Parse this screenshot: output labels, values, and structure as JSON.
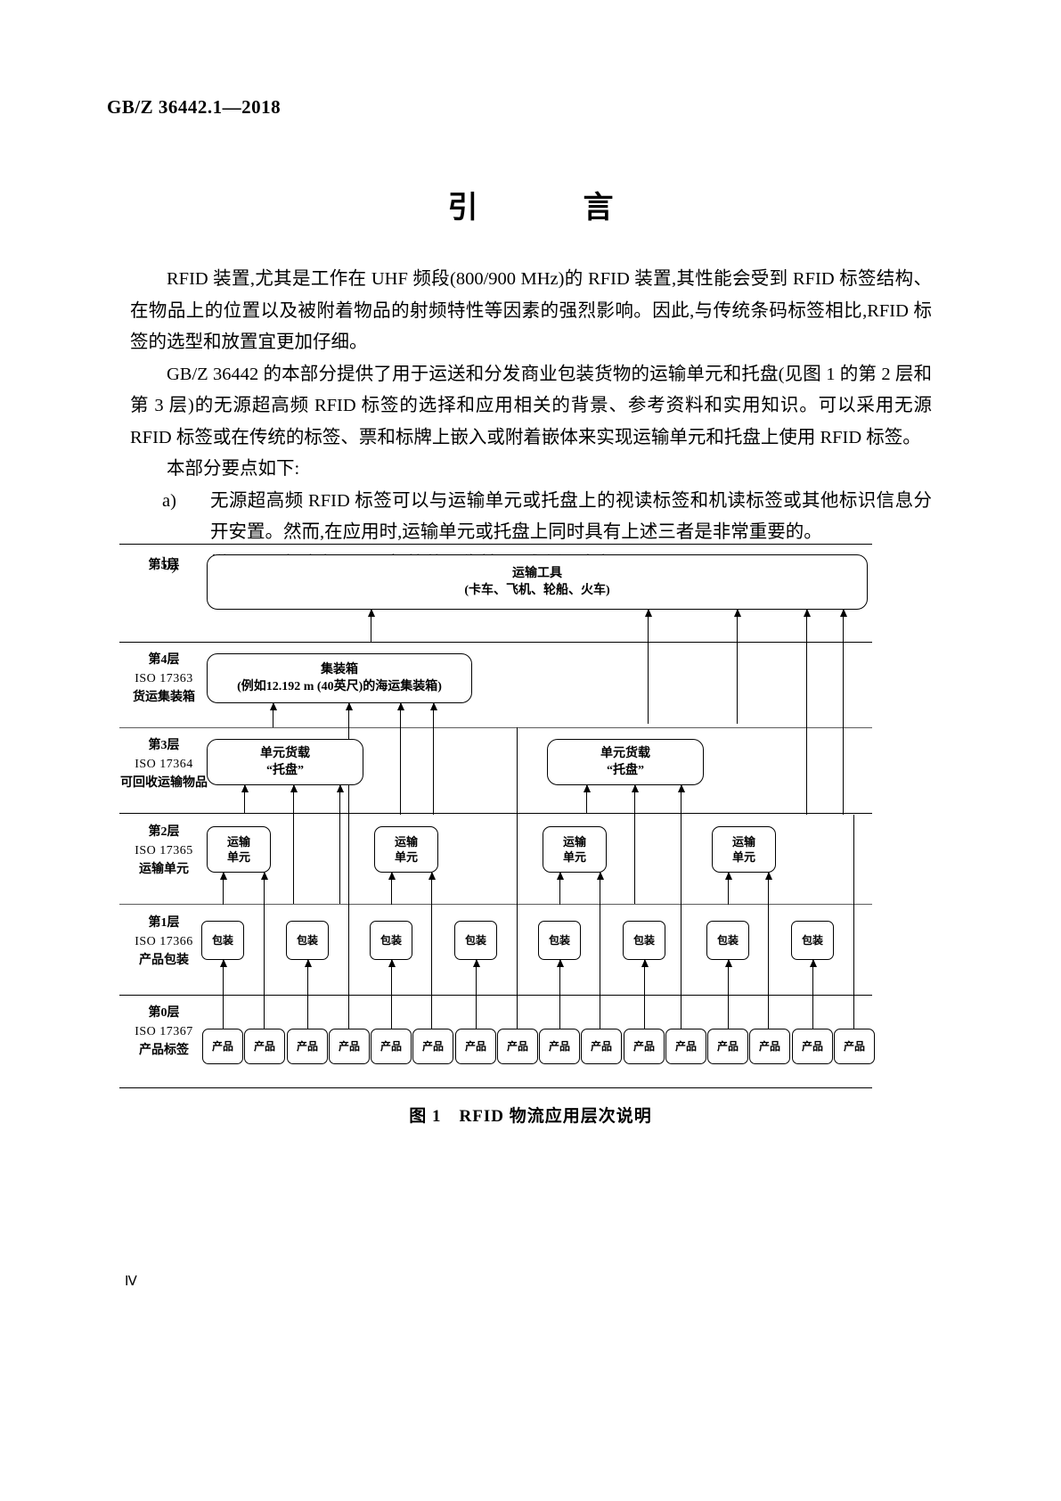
{
  "header": {
    "standard_number": "GB/Z 36442.1—2018"
  },
  "title": "引　言",
  "paragraphs": [
    "RFID 装置,尤其是工作在 UHF 频段(800/900 MHz)的 RFID 装置,其性能会受到 RFID 标签结构、在物品上的位置以及被附着物品的射频特性等因素的强烈影响。因此,与传统条码标签相比,RFID 标签的选型和放置宜更加仔细。",
    "GB/Z 36442 的本部分提供了用于运送和分发商业包装货物的运输单元和托盘(见图 1 的第 2 层和第 3 层)的无源超高频 RFID 标签的选择和应用相关的背景、参考资料和实用知识。可以采用无源 RFID 标签或在传统的标签、票和标牌上嵌入或附着嵌体来实现运输单元和托盘上使用 RFID 标签。",
    "本部分要点如下:"
  ],
  "list": [
    {
      "marker": "a)",
      "text": "无源超高频 RFID 标签可以与运输单元或托盘上的视读标签和机读标签或其他标识信息分开安置。然而,在应用时,运输单元或托盘上同时具有上述三者是非常重要的。"
    },
    {
      "marker": "b)",
      "text": "增强无源超高频 RFID 标签的可靠性,以减小漏读率。"
    }
  ],
  "figure": {
    "caption": "图 1　RFID 物流应用层次说明",
    "layers": [
      {
        "id": "layer5",
        "label_lines": [
          "第5层"
        ],
        "nodes": [
          {
            "title": "运输工具",
            "subtitle": "(卡车、飞机、轮船、火车)"
          }
        ]
      },
      {
        "id": "layer4",
        "label_lines": [
          "第4层",
          "ISO 17363",
          "货运集装箱"
        ],
        "nodes": [
          {
            "title": "集装箱",
            "subtitle": "(例如12.192 m (40英尺)的海运集装箱)"
          }
        ]
      },
      {
        "id": "layer3",
        "label_lines": [
          "第3层",
          "ISO 17364",
          "可回收运输物品"
        ],
        "nodes": [
          {
            "title": "单元货载",
            "subtitle": "“托盘”"
          },
          {
            "title": "单元货载",
            "subtitle": "“托盘”"
          }
        ]
      },
      {
        "id": "layer2",
        "label_lines": [
          "第2层",
          "ISO 17365",
          "运输单元"
        ],
        "nodes": [
          {
            "title": "运输",
            "subtitle": "单元"
          },
          {
            "title": "运输",
            "subtitle": "单元"
          },
          {
            "title": "运输",
            "subtitle": "单元"
          },
          {
            "title": "运输",
            "subtitle": "单元"
          }
        ]
      },
      {
        "id": "layer1",
        "label_lines": [
          "第1层",
          "ISO 17366",
          "产品包装"
        ],
        "nodes": [
          {
            "title": "包装"
          },
          {
            "title": "包装"
          },
          {
            "title": "包装"
          },
          {
            "title": "包装"
          },
          {
            "title": "包装"
          },
          {
            "title": "包装"
          },
          {
            "title": "包装"
          },
          {
            "title": "包装"
          }
        ]
      },
      {
        "id": "layer0",
        "label_lines": [
          "第0层",
          "ISO 17367",
          "产品标签"
        ],
        "nodes": [
          {
            "title": "产品"
          },
          {
            "title": "产品"
          },
          {
            "title": "产品"
          },
          {
            "title": "产品"
          },
          {
            "title": "产品"
          },
          {
            "title": "产品"
          },
          {
            "title": "产品"
          },
          {
            "title": "产品"
          },
          {
            "title": "产品"
          },
          {
            "title": "产品"
          },
          {
            "title": "产品"
          },
          {
            "title": "产品"
          },
          {
            "title": "产品"
          },
          {
            "title": "产品"
          },
          {
            "title": "产品"
          },
          {
            "title": "产品"
          }
        ]
      }
    ]
  },
  "footer": {
    "page_number": "Ⅳ"
  }
}
